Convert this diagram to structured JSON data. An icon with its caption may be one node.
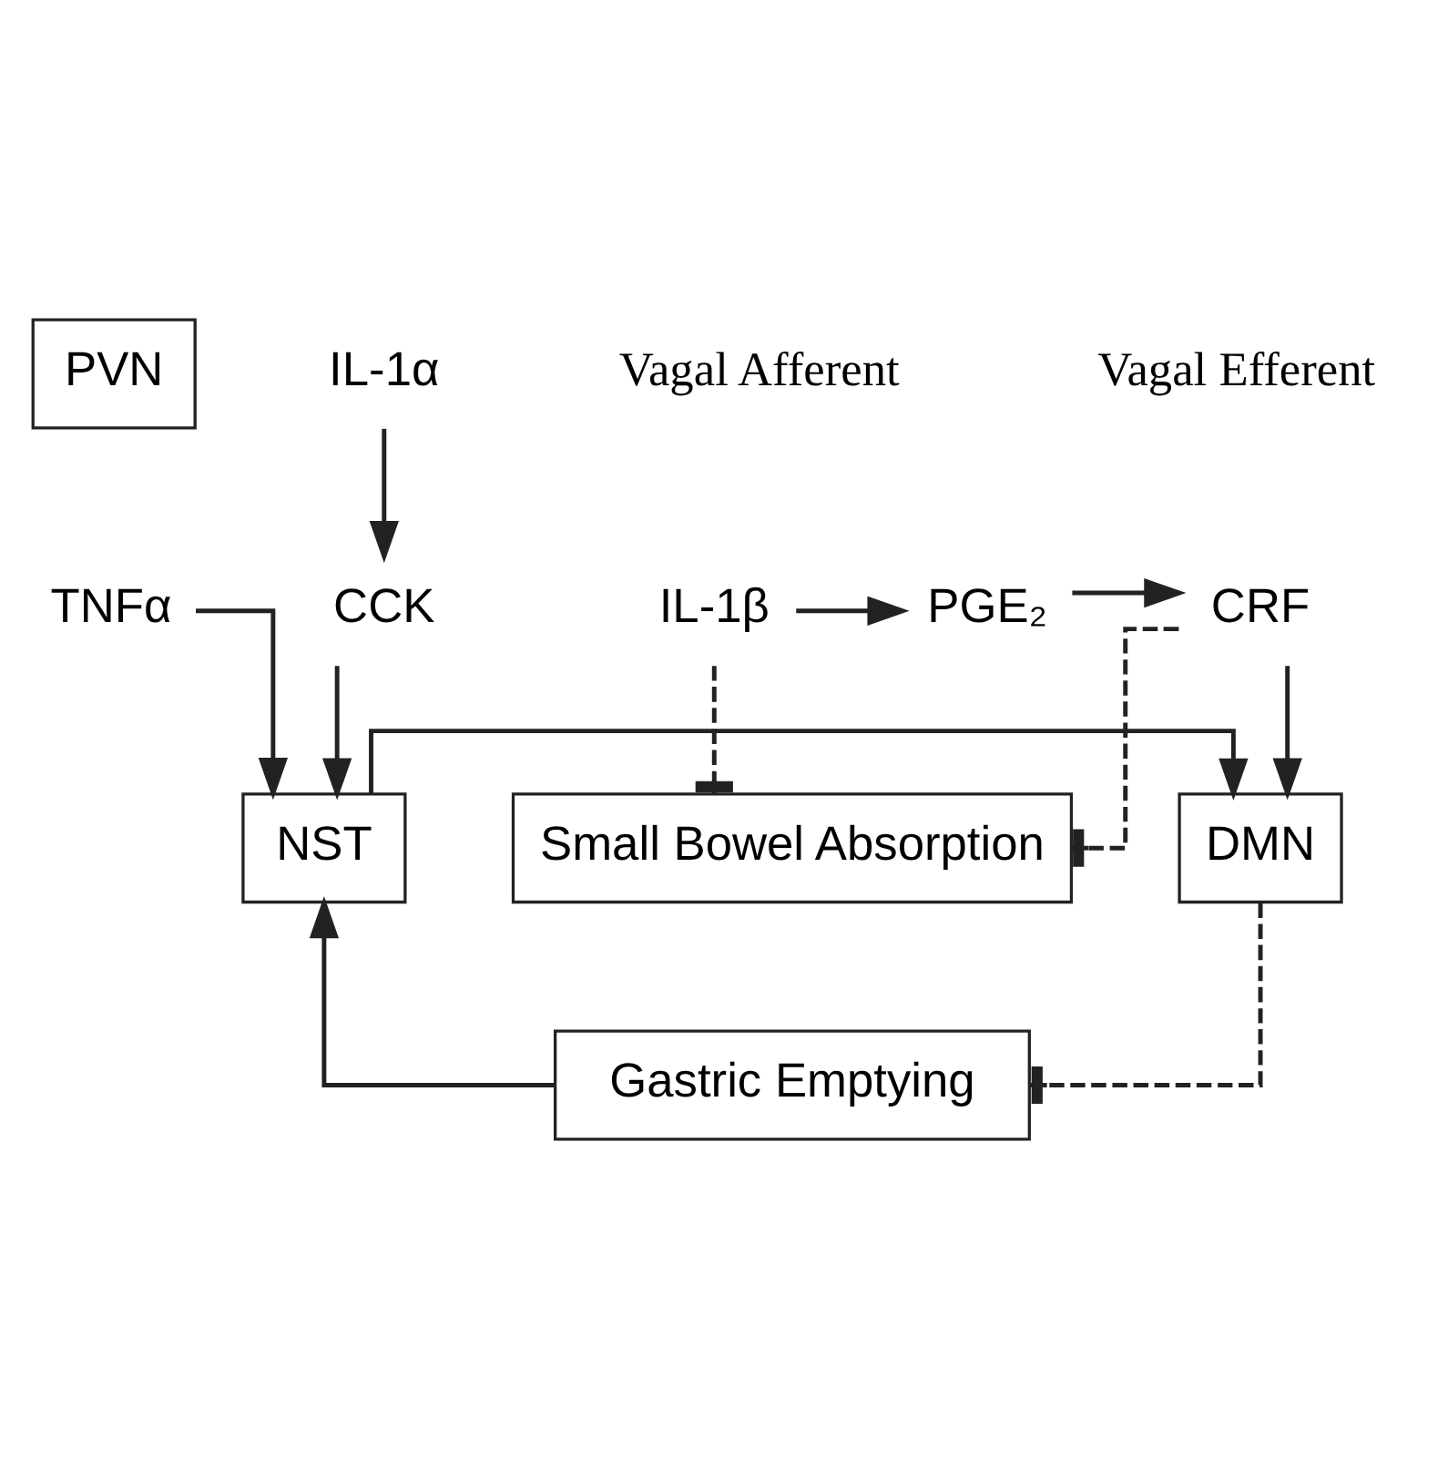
{
  "diagram": {
    "nodes": [
      {
        "text": [
          "PVN"
        ]
      },
      {
        "text": [
          "PGE₂"
        ]
      },
      {
        "text": [
          "CRF"
        ]
      },
      {
        "text": [
          "NST"
        ]
      },
      {
        "text": [
          "DMN"
        ]
      },
      {
        "text": [
          "IL-1β"
        ]
      },
      {
        "text": [
          "TNFα"
        ]
      },
      {
        "text": [
          "CCK"
        ]
      },
      {
        "text": [
          "IL-1α"
        ]
      },
      {
        "text": [
          "Gastric Emptying"
        ]
      },
      {
        "text": [
          "Small Bowel Absorption"
        ]
      }
    ],
    "edges": [
      {
        "from": 5,
        "to": 1,
        "arrow": "to"
      },
      {
        "from": 1,
        "to": 2,
        "arrow": "to"
      },
      {
        "from": 2,
        "to": 4,
        "arrow": "to"
      },
      {
        "from": 3,
        "to": 4,
        "arrow": "to"
      },
      {
        "from": 9,
        "to": 3,
        "arrow": "to"
      },
      {
        "from": 6,
        "to": 3,
        "arrow": "to"
      },
      {
        "from": 7,
        "to": 3,
        "arrow": "to"
      },
      {
        "from": 8,
        "to": 7,
        "arrow": "to"
      },
      {
        "from": 4,
        "to": 9,
        "arrow": "other",
        "style": "dashed"
      },
      {
        "from": 2,
        "to": 10,
        "arrow": "other",
        "style": "dashed"
      },
      {
        "from": 5,
        "to": 10,
        "arrow": "other",
        "style": "dashed"
      }
    ],
    "labels": [
      "Vagal Afferent",
      "Vagal Efferent"
    ]
  }
}
